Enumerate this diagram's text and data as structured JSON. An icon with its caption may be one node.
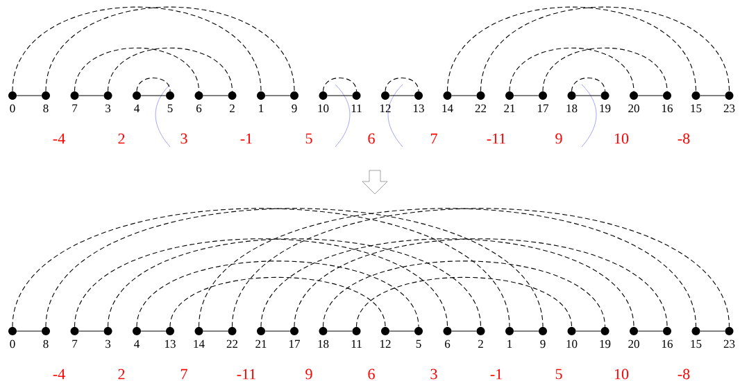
{
  "diagram": {
    "nodes": [
      {
        "text": [
          "0"
        ]
      },
      {
        "text": [
          "8"
        ]
      },
      {
        "text": [
          "7"
        ]
      },
      {
        "text": [
          "3"
        ]
      },
      {
        "text": [
          "4"
        ]
      },
      {
        "text": [
          "5"
        ]
      },
      {
        "text": [
          "6"
        ]
      },
      {
        "text": [
          "2"
        ]
      },
      {
        "text": [
          "1"
        ]
      },
      {
        "text": [
          "9"
        ]
      },
      {
        "text": [
          "10"
        ]
      },
      {
        "text": [
          "11"
        ]
      },
      {
        "text": [
          "12"
        ]
      },
      {
        "text": [
          "13"
        ]
      },
      {
        "text": [
          "14"
        ]
      },
      {
        "text": [
          "22"
        ]
      },
      {
        "text": [
          "21"
        ]
      },
      {
        "text": [
          "17"
        ]
      },
      {
        "text": [
          "18"
        ]
      },
      {
        "text": [
          "19"
        ]
      },
      {
        "text": [
          "20"
        ]
      },
      {
        "text": [
          "16"
        ]
      },
      {
        "text": [
          "15"
        ]
      },
      {
        "text": [
          "23"
        ]
      },
      {
        "text": [
          "0"
        ]
      },
      {
        "text": [
          "8"
        ]
      },
      {
        "text": [
          "7"
        ]
      },
      {
        "text": [
          "3"
        ]
      },
      {
        "text": [
          "4"
        ]
      },
      {
        "text": [
          "13"
        ]
      },
      {
        "text": [
          "14"
        ]
      },
      {
        "text": [
          "22"
        ]
      },
      {
        "text": [
          "21"
        ]
      },
      {
        "text": [
          "17"
        ]
      },
      {
        "text": [
          "18"
        ]
      },
      {
        "text": [
          "11"
        ]
      },
      {
        "text": [
          "12"
        ]
      },
      {
        "text": [
          "5"
        ]
      },
      {
        "text": [
          "6"
        ]
      },
      {
        "text": [
          "2"
        ]
      },
      {
        "text": [
          "1"
        ]
      },
      {
        "text": [
          "9"
        ]
      },
      {
        "text": [
          "10"
        ]
      },
      {
        "text": [
          "19"
        ]
      },
      {
        "text": [
          "20"
        ]
      },
      {
        "text": [
          "16"
        ]
      },
      {
        "text": [
          "15"
        ]
      },
      {
        "text": [
          "23"
        ]
      }
    ],
    "edges": [
      {
        "from": 0,
        "to": 1,
        "arrow": "none"
      },
      {
        "from": 2,
        "to": 3,
        "arrow": "none"
      },
      {
        "from": 4,
        "to": 5,
        "arrow": "none"
      },
      {
        "from": 6,
        "to": 7,
        "arrow": "none"
      },
      {
        "from": 8,
        "to": 9,
        "arrow": "none"
      },
      {
        "from": 10,
        "to": 11,
        "arrow": "none"
      },
      {
        "from": 12,
        "to": 13,
        "arrow": "none"
      },
      {
        "from": 14,
        "to": 15,
        "arrow": "none"
      },
      {
        "from": 16,
        "to": 17,
        "arrow": "none"
      },
      {
        "from": 18,
        "to": 19,
        "arrow": "none"
      },
      {
        "from": 20,
        "to": 21,
        "arrow": "none"
      },
      {
        "from": 22,
        "to": 23,
        "arrow": "none"
      },
      {
        "from": 0,
        "to": 8,
        "arrow": "none",
        "style": "dashed"
      },
      {
        "from": 1,
        "to": 9,
        "arrow": "none",
        "style": "dashed"
      },
      {
        "from": 2,
        "to": 6,
        "arrow": "none",
        "style": "dashed"
      },
      {
        "from": 3,
        "to": 7,
        "arrow": "none",
        "style": "dashed"
      },
      {
        "from": 4,
        "to": 5,
        "arrow": "none",
        "style": "dashed"
      },
      {
        "from": 10,
        "to": 11,
        "arrow": "none",
        "style": "dashed"
      },
      {
        "from": 12,
        "to": 13,
        "arrow": "none",
        "style": "dashed"
      },
      {
        "from": 14,
        "to": 22,
        "arrow": "none",
        "style": "dashed"
      },
      {
        "from": 15,
        "to": 23,
        "arrow": "none",
        "style": "dashed"
      },
      {
        "from": 16,
        "to": 20,
        "arrow": "none",
        "style": "dashed"
      },
      {
        "from": 17,
        "to": 21,
        "arrow": "none",
        "style": "dashed"
      },
      {
        "from": 18,
        "to": 19,
        "arrow": "none",
        "style": "dashed"
      },
      {
        "from": 24,
        "to": 25,
        "arrow": "none"
      },
      {
        "from": 26,
        "to": 27,
        "arrow": "none"
      },
      {
        "from": 28,
        "to": 29,
        "arrow": "none"
      },
      {
        "from": 30,
        "to": 31,
        "arrow": "none"
      },
      {
        "from": 32,
        "to": 33,
        "arrow": "none"
      },
      {
        "from": 34,
        "to": 35,
        "arrow": "none"
      },
      {
        "from": 36,
        "to": 37,
        "arrow": "none"
      },
      {
        "from": 38,
        "to": 39,
        "arrow": "none"
      },
      {
        "from": 40,
        "to": 41,
        "arrow": "none"
      },
      {
        "from": 42,
        "to": 43,
        "arrow": "none"
      },
      {
        "from": 44,
        "to": 45,
        "arrow": "none"
      },
      {
        "from": 46,
        "to": 47,
        "arrow": "none"
      },
      {
        "from": 24,
        "to": 40,
        "arrow": "none",
        "style": "dashed"
      },
      {
        "from": 25,
        "to": 41,
        "arrow": "none",
        "style": "dashed"
      },
      {
        "from": 26,
        "to": 38,
        "arrow": "none",
        "style": "dashed"
      },
      {
        "from": 27,
        "to": 39,
        "arrow": "none",
        "style": "dashed"
      },
      {
        "from": 28,
        "to": 37,
        "arrow": "none",
        "style": "dashed"
      },
      {
        "from": 29,
        "to": 36,
        "arrow": "none",
        "style": "dashed"
      },
      {
        "from": 30,
        "to": 46,
        "arrow": "none",
        "style": "dashed"
      },
      {
        "from": 31,
        "to": 47,
        "arrow": "none",
        "style": "dashed"
      },
      {
        "from": 32,
        "to": 44,
        "arrow": "none",
        "style": "dashed"
      },
      {
        "from": 33,
        "to": 45,
        "arrow": "none",
        "style": "dashed"
      },
      {
        "from": 34,
        "to": 43,
        "arrow": "none",
        "style": "dashed"
      },
      {
        "from": 35,
        "to": 42,
        "arrow": "none",
        "style": "dashed"
      }
    ],
    "labels": [
      "-4",
      "2",
      "3",
      "-1",
      "5",
      "6",
      "7",
      "-11",
      "9",
      "10",
      "-8",
      "-4",
      "2",
      "7",
      "-11",
      "9",
      "6",
      "3",
      "-1",
      "5",
      "10",
      "-8"
    ]
  }
}
